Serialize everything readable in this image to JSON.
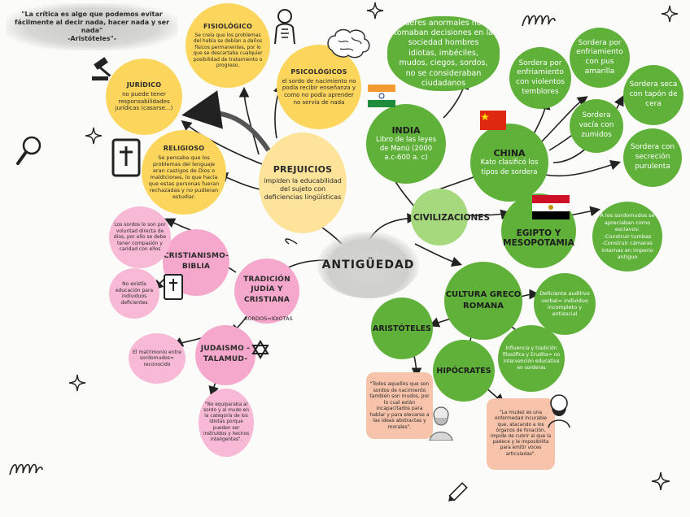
{
  "quote": "\"La crítica es algo que podemos evitar fácilmente  al decir nada, hacer nada y ser nada\"\n-Aristóteles\"-",
  "center": "ANTIGÜEDAD",
  "prejuicios": {
    "title": "PREJUICIOS",
    "text": "impiden la educabilidad del sujeto con deficiencias lingüísticas"
  },
  "fisiologico": {
    "title": "FISIOLÓGICO",
    "text": "Se creía que los problemas del habla se debían a daños físicos permanentes, por lo que se descartaba cualquier posibilidad de tratamiento o progreso."
  },
  "psicologicos": {
    "title": "PSICOLÓGICOS",
    "text": "el sordo de nacimiento no podía recibir enseñanza y como no podía aprender no servía de nada"
  },
  "juridico": {
    "title": "JURÍDICO",
    "text": "no puede tener responsabilidades jurídicas (casarse...)"
  },
  "religioso": {
    "title": "RELIGIOSO",
    "text": "Se pensaba que los problemas del lenguaje eran castigos de Dios o maldiciones, lo que hacía que estas personas fueran rechazadas y no pudieran estudiar."
  },
  "tradicion": {
    "title": "TRADICIÓN JUDÍA Y CRISTIANA",
    "sub": "SORDOS=IDIOTAS"
  },
  "cristianismo": {
    "title": "CRISTIANISMO-BIBLIA"
  },
  "crist_note1": "Los sordos lo son por voluntad directa de dios, por ello se debe tener compasión y caridad con ellos",
  "crist_note2": "No existía educación para individuos deficientes",
  "judaismo": {
    "title": "JUDAISMO -TALAMUD-"
  },
  "jud_note1": "El matrimonio entre sordomudos= reconocido",
  "jud_note2": "\"No equiparaba al sordo y al mudo en la categoría de los idiotas porque pueden ser instruidos y hechos inteligentes\".",
  "civilizaciones": "CIVILIZACIONES",
  "india": {
    "title": "INDIA",
    "text": "Libro de las leyes de Manú (2000 a.c-600 a. c)"
  },
  "india_note": "seres anormales no tomaban decisiones en la sociedad hombres idiotas, imbéciles, mudos, ciegos, sordos, no se consideraban ciudadanos",
  "china": {
    "title": "CHINA",
    "text": "Kato clasificó los tipos de sordera"
  },
  "china_types": [
    "Sordera por enfriamiento con violentos temblores",
    "Sordera por enfriamiento con pus amarilla",
    "Sordera seca con tapón de cera",
    "Sordera vacía con zumidos",
    "Sordera con secreción purulenta"
  ],
  "egipto": {
    "title": "EGIPTO Y MESOPOTAMIA",
    "text": "A los sordomudos se apreciaban como esclavos:\n-Construir tumbas\n-Construir cámaras internas en imperio antiguo"
  },
  "greco": {
    "title": "CULTURA GRECO ROMANA"
  },
  "greco_note1": "Deficiente auditivo verbal= individuo incompleto y antisocial",
  "greco_note2": "Influencia y tradición filosófica y Erudita= no intervención educativa en sorderas",
  "aristoteles": {
    "title": "ARISTÓTELES",
    "quote": "\"Todos aquellos que son sordos de nacimiento también son mudos, por lo cual están incapacitados para hablar y para elevarse a las ideas abstractas y morales\"."
  },
  "hipocrates": {
    "title": "HIPÓCRATES",
    "quote": "\"La mudez es una enfermedad incurable que, atacando a los órganos de fonación, impide de cubrir al que la padece y le imposibilita para emitir voces articuladas\"."
  },
  "colors": {
    "yellow": "#fcd55c",
    "green": "#5fb13a",
    "pink": "#f5a8cc",
    "peach": "#f7c3aa"
  },
  "icons": [
    "gavel-icon",
    "magnifier-icon",
    "bible-icon",
    "brain-icon",
    "anatomy-icon",
    "star-of-david-icon",
    "india-flag-icon",
    "china-flag-icon",
    "egypt-flag-icon",
    "pencil-icon",
    "sparkle-icon",
    "swirl-icon",
    "aristotle-portrait-icon",
    "hippocrates-portrait-icon"
  ]
}
